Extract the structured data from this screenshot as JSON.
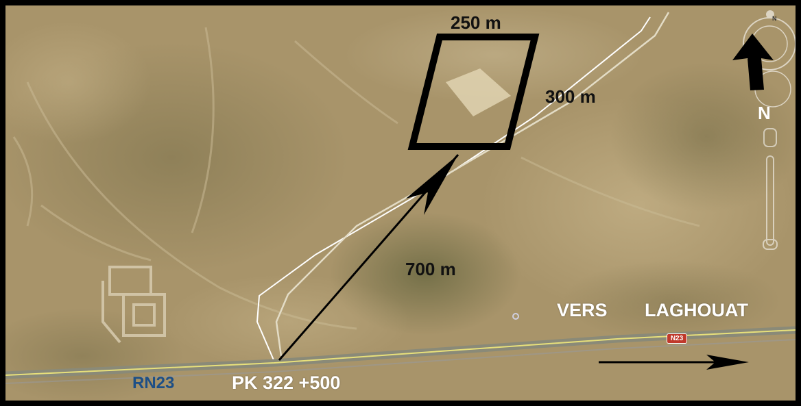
{
  "labels": {
    "width": "250 m",
    "length": "300 m",
    "distance": "700 m",
    "road": "RN23",
    "kilometer_point": "PK 322 +500",
    "direction_word": "VERS",
    "direction_city": "LAGHOUAT",
    "road_shield": "N23",
    "north": "N",
    "compass_ring_letter": "N"
  },
  "colors": {
    "terrain": "#a8946a",
    "road_highlight": "#e8e07a",
    "road_outline": "#ffffff",
    "frame": "#000000"
  },
  "icons": [
    "north-arrow-icon",
    "compass-ring-icon",
    "zoom-slider-icon",
    "direction-arrow-icon"
  ]
}
